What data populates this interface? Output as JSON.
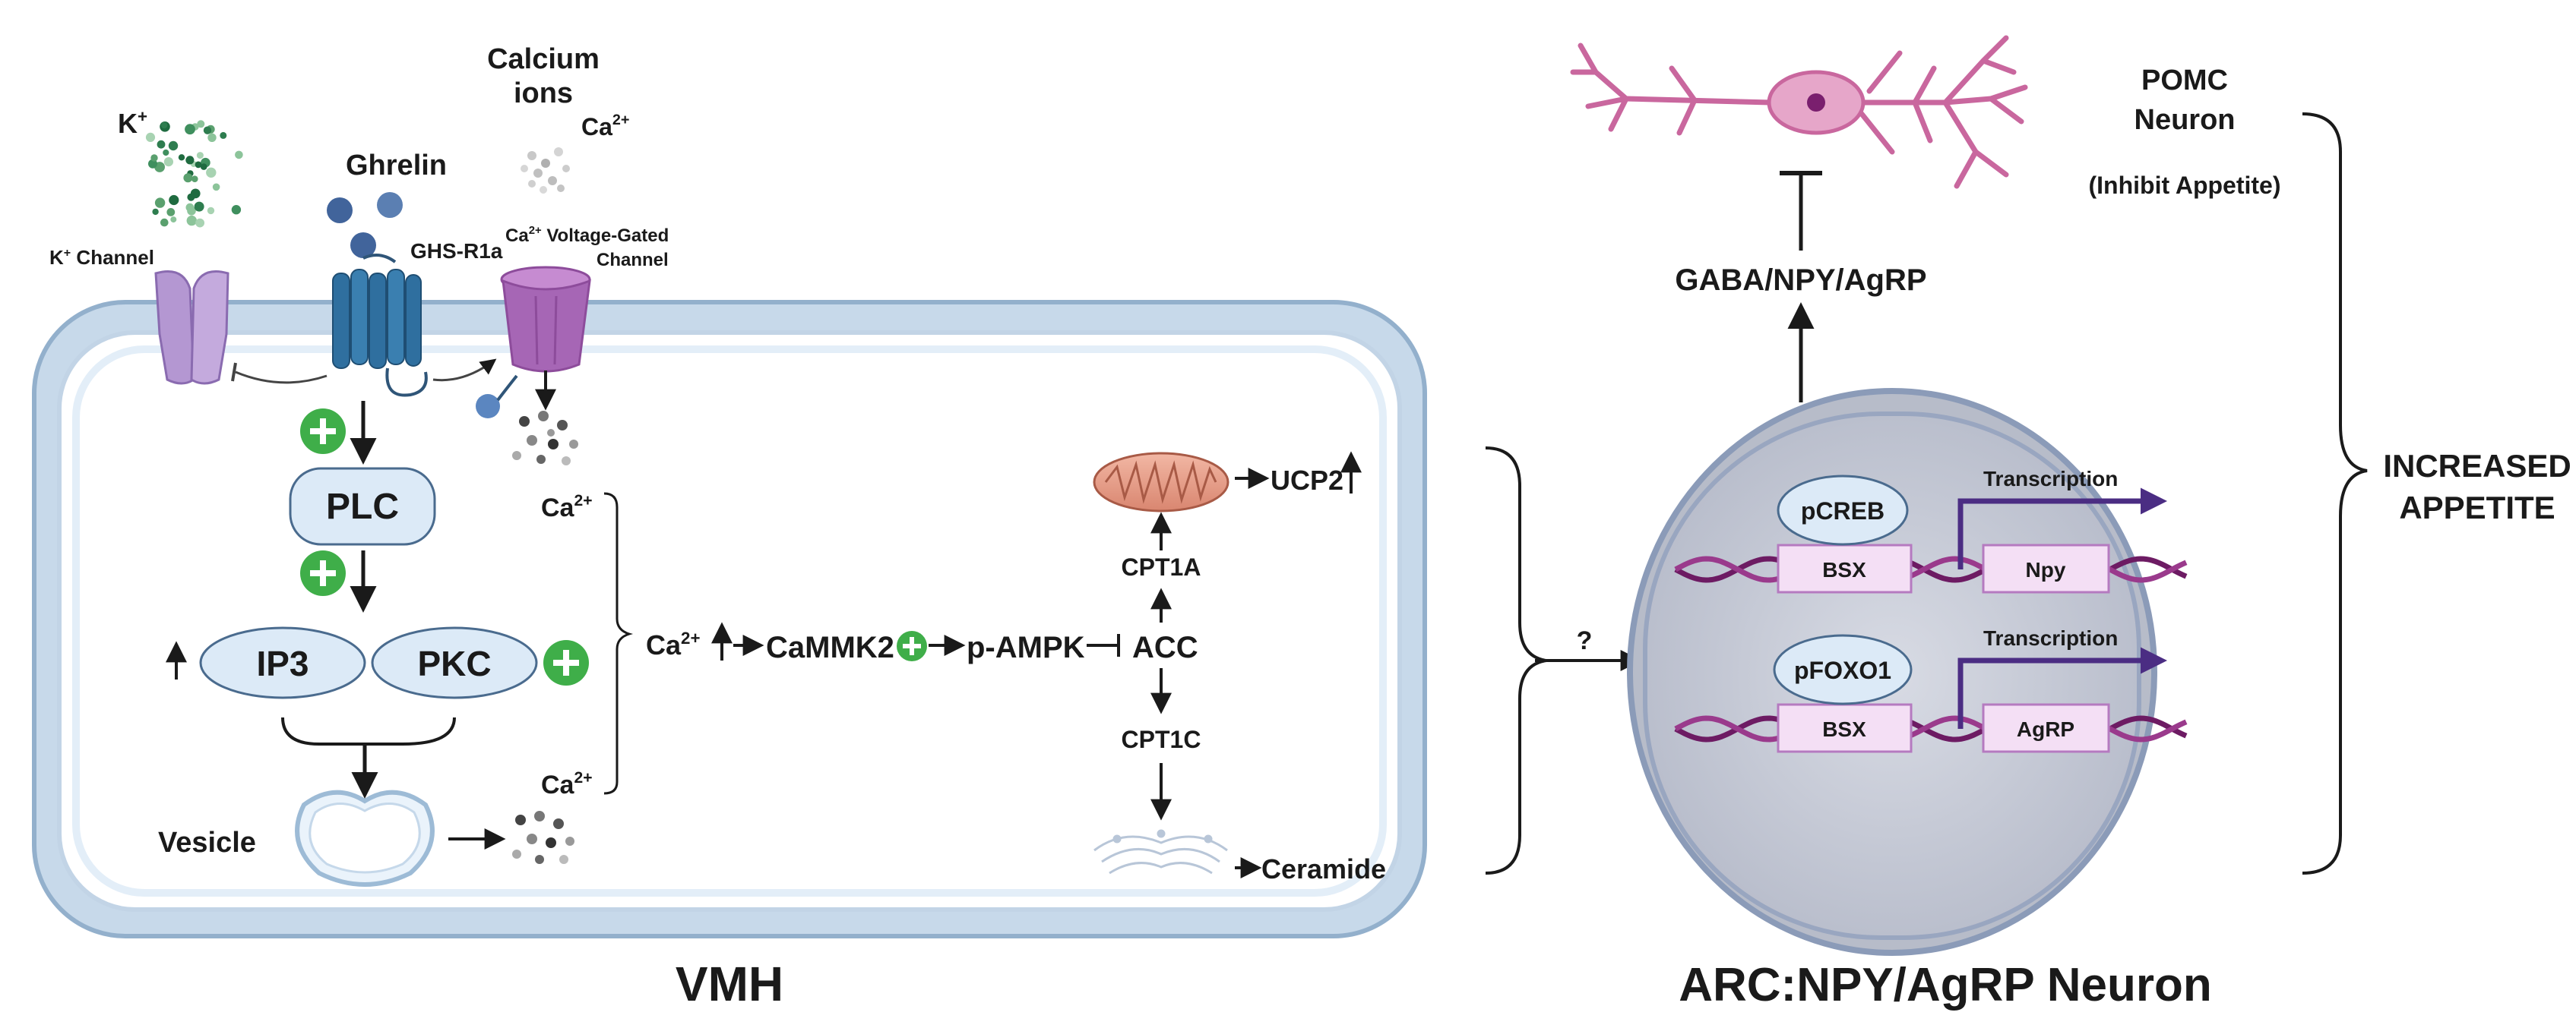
{
  "labels": {
    "k_ion": "K",
    "k_ion_sup": "+",
    "k_channel": "K",
    "k_channel_sup": "+",
    "k_channel_rest": " Channel",
    "ghrelin": "Ghrelin",
    "ghs_receptor": "GHS-R1a",
    "calcium_ions_line1": "Calcium",
    "calcium_ions_line2": "ions",
    "ca_ion": "Ca",
    "ca_sup": "2+",
    "ca_channel_line1": "Voltage-Gated",
    "ca_channel_line2": "Channel",
    "plc": "PLC",
    "ip3": "IP3",
    "pkc": "PKC",
    "vesicle": "Vesicle",
    "ca_upper": "Ca",
    "ca_lower": "Ca",
    "ca_mid": "Ca",
    "camkk2": "CaMMK2",
    "pampk": "p-AMPK",
    "acc": "ACC",
    "cpt1a": "CPT1A",
    "cpt1c": "CPT1C",
    "ucp2": "UCP2",
    "ceramide": "Ceramide",
    "vmh": "VMH",
    "question": "?",
    "gaba_npy_agrp": "GABA/NPY/AgRP",
    "pomc_line1": "POMC",
    "pomc_line2": "Neuron",
    "pomc_line3": "(Inhibit Appetite)",
    "increased_line1": "INCREASED",
    "increased_line2": "APPETITE",
    "pcreb": "pCREB",
    "pfoxo1": "pFOXO1",
    "bsx_top": "BSX",
    "bsx_bottom": "BSX",
    "npy_gene": "Npy",
    "agrp_gene": "AgRP",
    "transcription_top": "Transcription",
    "transcription_bottom": "Transcription",
    "arc_title": "ARC:NPY/AgRP Neuron"
  },
  "colors": {
    "membrane_outer": "#b9cde0",
    "membrane_inner": "#e3eef8",
    "protein_fill": "#dceaf7",
    "protein_stroke": "#4a6b8e",
    "plus_green": "#3fae49",
    "dna_purple": "#7a1f6e",
    "transcription_arrow": "#4b2d83",
    "gene_box_fill": "#f4dff5",
    "gene_box_stroke": "#b57ac0",
    "neuron_pink": "#c9679e",
    "nucleus_fill": "#c9cdd8",
    "k_channel": "#b497d2",
    "ghs_receptor": "#2f6f9f",
    "ca_channel": "#a666b5"
  }
}
